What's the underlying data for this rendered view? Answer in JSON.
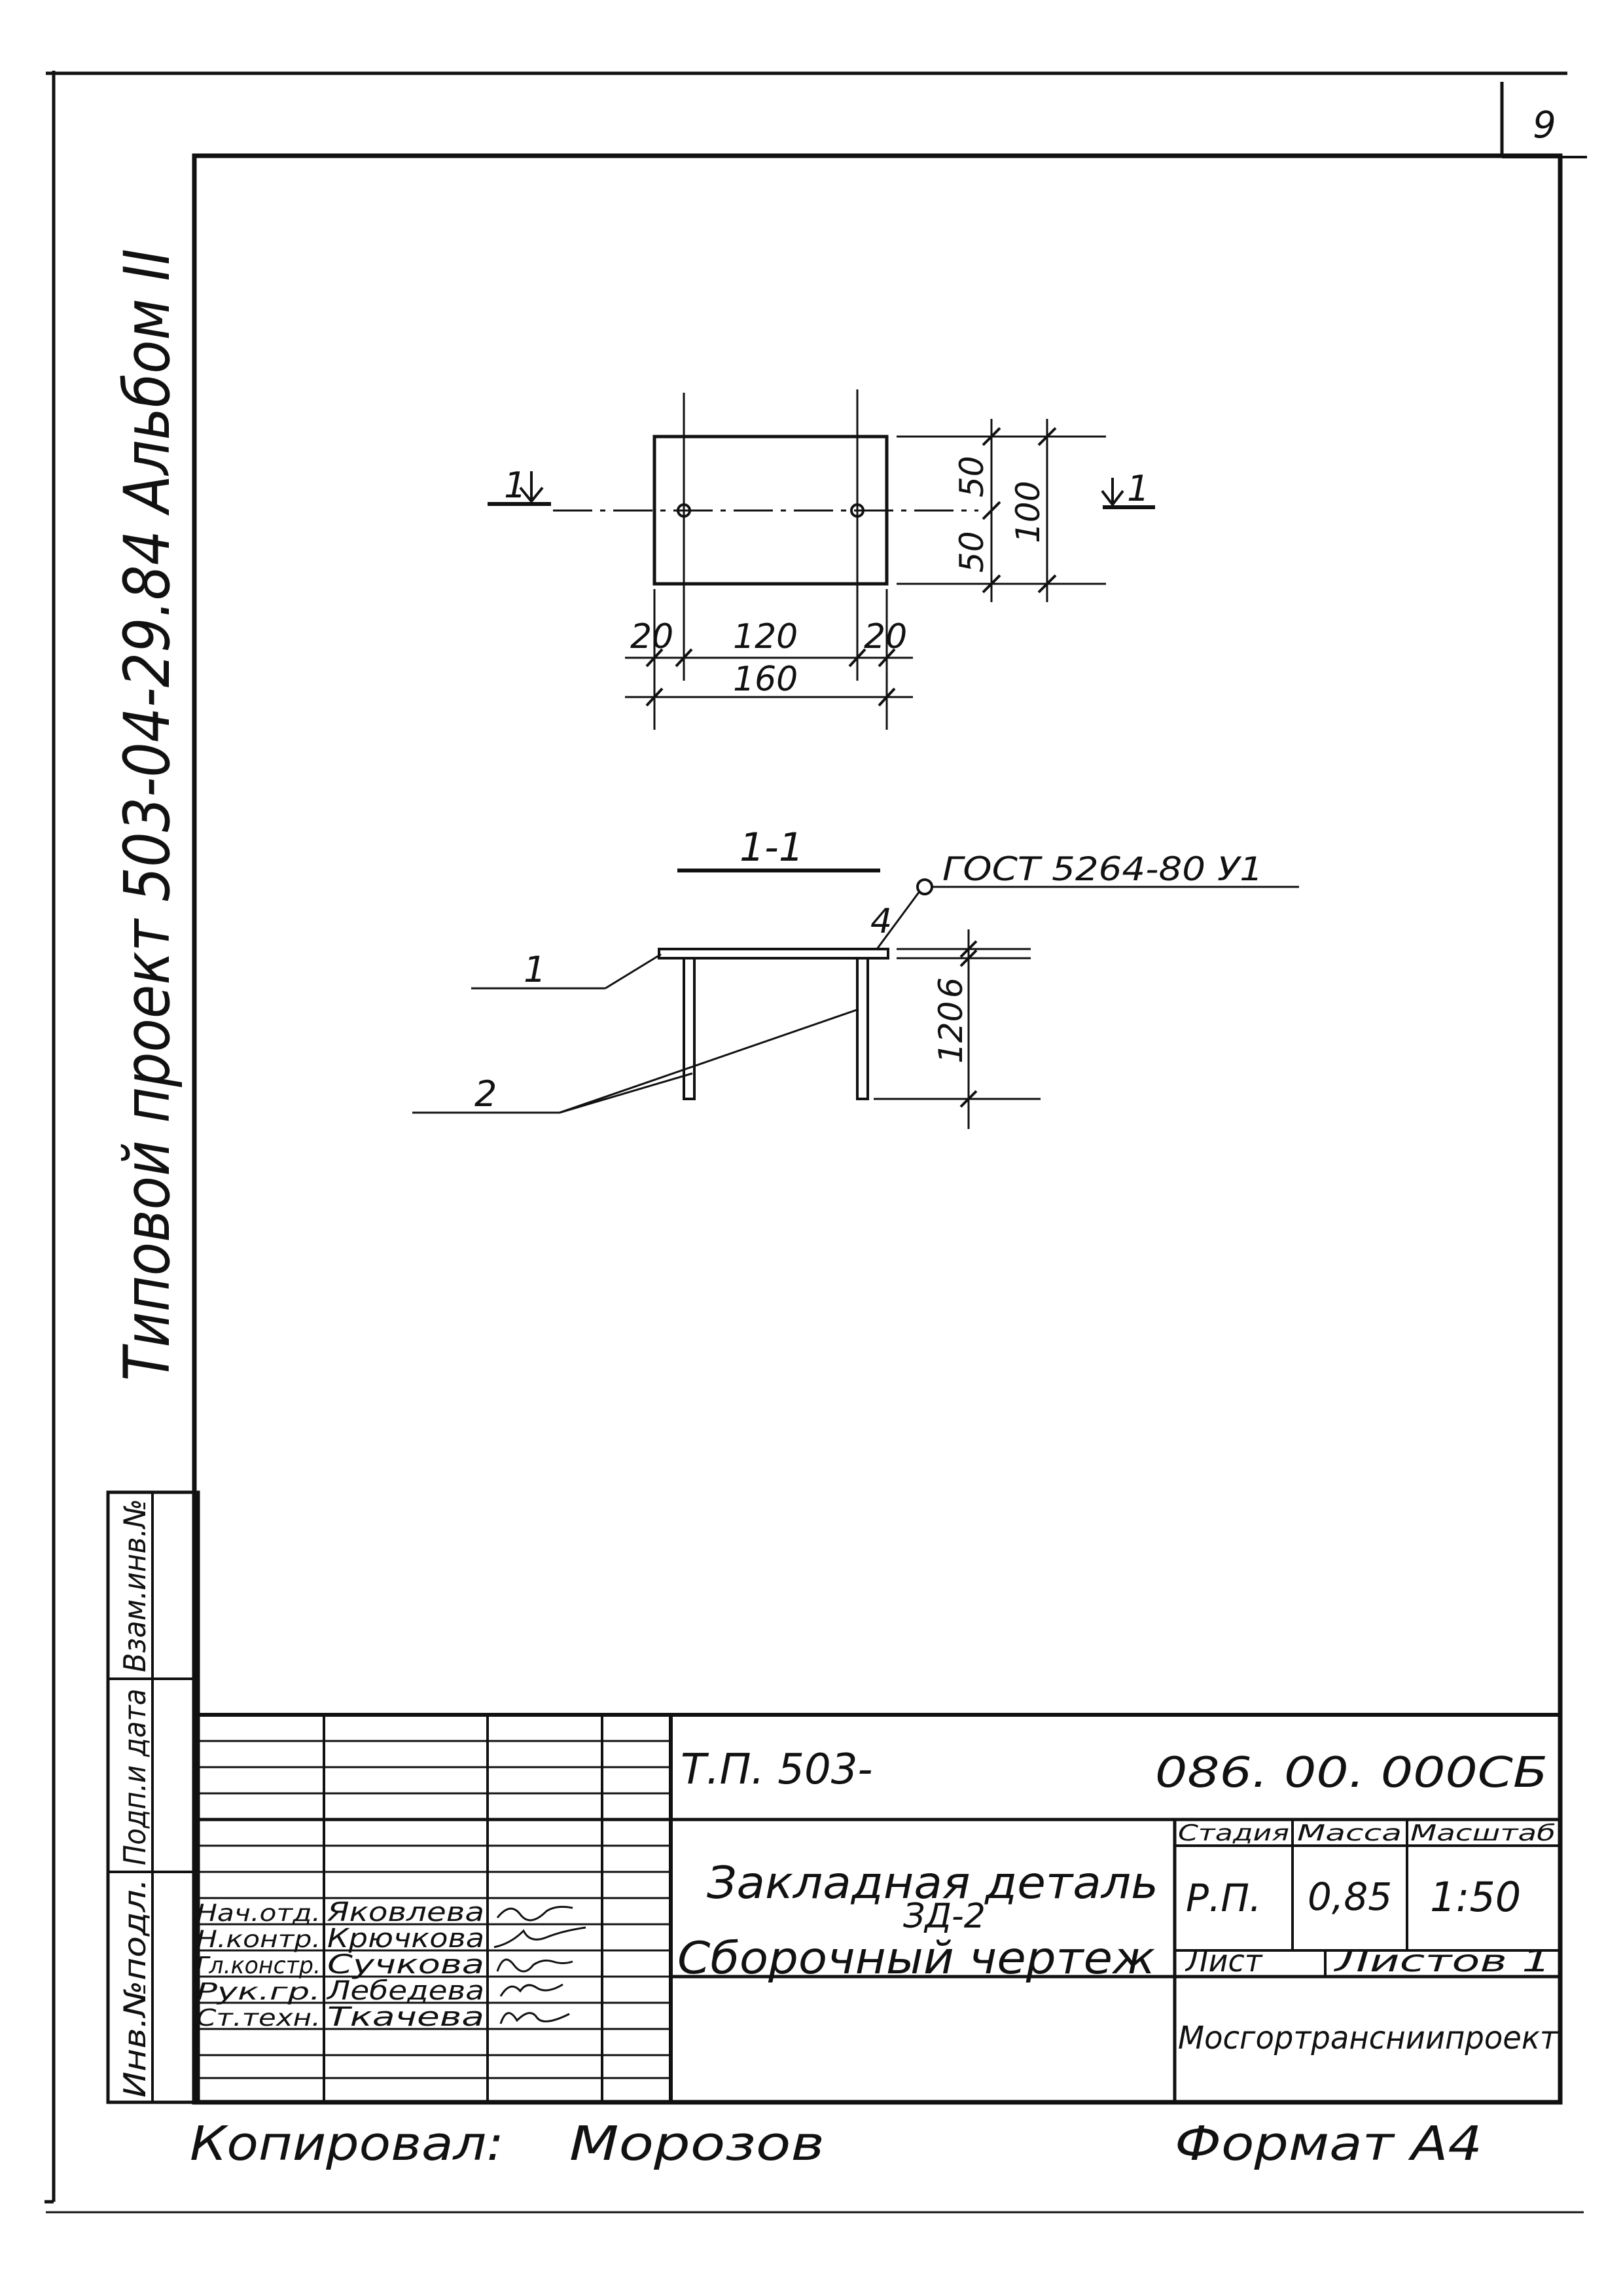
{
  "sheet": {
    "page_number": "9",
    "side_title": "Типовой проект 503-04-29.84 Альбом II",
    "side_stamp": [
      "Инв.№подл.",
      "Подп.и дата",
      "Взам.инв.№"
    ]
  },
  "plan_view": {
    "section_mark_left": "1",
    "section_mark_right": "1",
    "dims": {
      "h_50_top": "50",
      "h_50_bottom": "50",
      "h_100": "100",
      "w_20_left": "20",
      "w_120": "120",
      "w_20_right": "20",
      "w_160": "160"
    }
  },
  "section_view": {
    "title": "1-1",
    "weld_number": "4",
    "weld_standard": "ГОСТ 5264-80 У1",
    "dim_6": "6",
    "dim_120": "120",
    "callout_1": "1",
    "callout_2": "2"
  },
  "title_block": {
    "designation_left": "Т.П. 503-",
    "designation_right": "086. 00. 000СБ",
    "name_line1": "Закладная деталь",
    "name_line2": "ЗД-2",
    "name_line3": "Сборочный чертеж",
    "stage_label": "Стадия",
    "mass_label": "Масса",
    "scale_label": "Масштаб",
    "stage": "Р.П.",
    "mass": "0,85",
    "scale": "1:50",
    "sheet_label": "Лист",
    "sheets_label": "Листов 1",
    "organization": "Мосгортрансниипроект",
    "signers": [
      {
        "role": "Нач.отд.",
        "name": "Яковлева"
      },
      {
        "role": "Н.контр.",
        "name": "Крючкова"
      },
      {
        "role": "Гл.констр.",
        "name": "Сучкова"
      },
      {
        "role": "Рук.гр.",
        "name": "Лебедева"
      },
      {
        "role": "Ст.техн.",
        "name": "Ткачева"
      }
    ]
  },
  "footer": {
    "copied_label": "Копировал:",
    "copied_by": "Морозов",
    "format": "Формат А4"
  }
}
